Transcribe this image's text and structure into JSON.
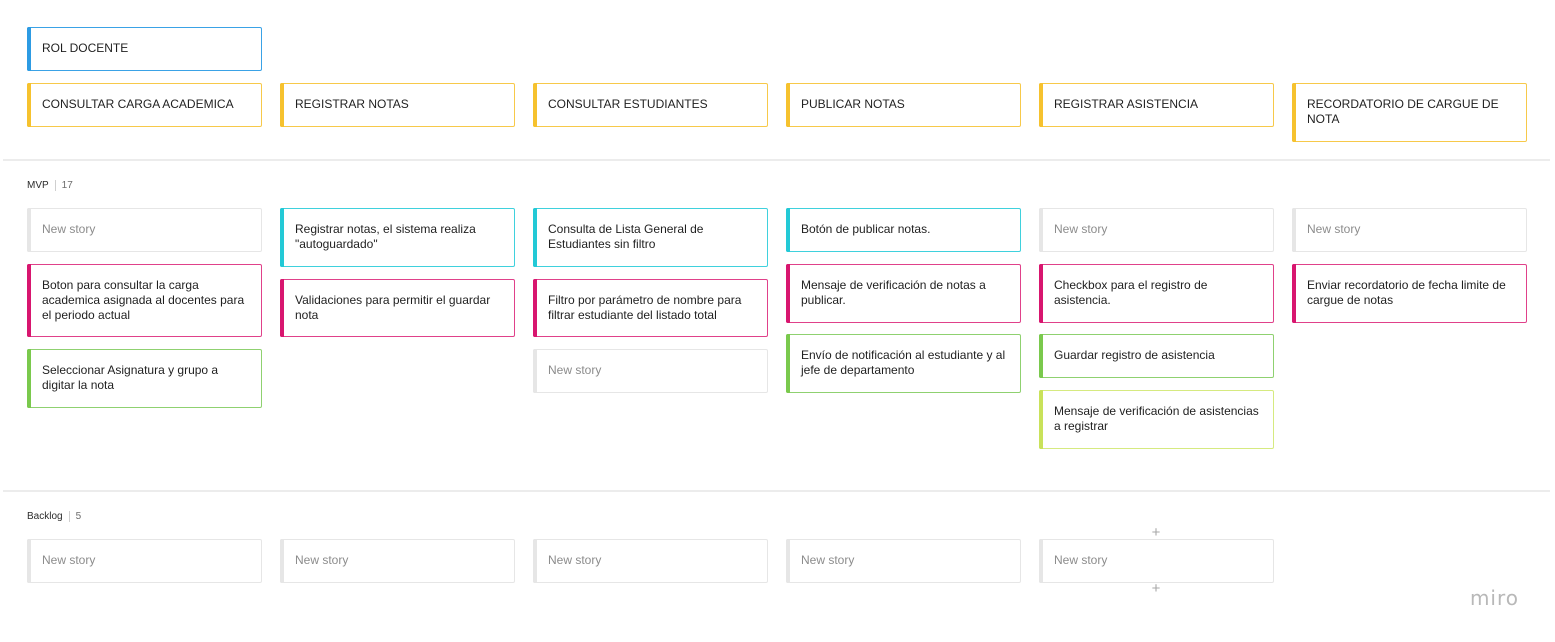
{
  "colors": {
    "blue": "#2d9be3",
    "yellow": "#f6c22e",
    "cyan": "#23c9d6",
    "magenta": "#d8166f",
    "green": "#7ac94d",
    "lime": "#c9e25a",
    "placeholder": "#e6e6e6"
  },
  "role": {
    "label": "ROL DOCENTE"
  },
  "activities": [
    "CONSULTAR CARGA ACADEMICA",
    "REGISTRAR NOTAS",
    "CONSULTAR ESTUDIANTES",
    "PUBLICAR NOTAS",
    "REGISTRAR ASISTENCIA",
    "RECORDATORIO DE CARGUE DE NOTA"
  ],
  "mvp": {
    "name": "MVP",
    "count": "17",
    "cards": {
      "col1": [
        "New story",
        "Boton para consultar la carga academica asignada al docentes para el periodo actual",
        "Seleccionar Asignatura y grupo a digitar la nota"
      ],
      "col2": [
        "Registrar notas, el sistema realiza \"autoguardado\"",
        "Validaciones para permitir el guardar nota"
      ],
      "col3": [
        "Consulta de Lista General de Estudiantes sin filtro",
        "Filtro por parámetro de nombre para filtrar estudiante del listado total",
        "New story"
      ],
      "col4": [
        "Botón de publicar notas.",
        "Mensaje de verificación de notas a publicar.",
        "Envío de notificación al estudiante y al jefe de departamento"
      ],
      "col5": [
        "New story",
        "Checkbox para el registro de asistencia.",
        "Guardar registro de asistencia",
        "Mensaje de verificación de asistencias a registrar"
      ],
      "col6": [
        "New story",
        "Enviar recordatorio de fecha limite de cargue de notas"
      ]
    }
  },
  "backlog": {
    "name": "Backlog",
    "count": "5",
    "cards": [
      "New story",
      "New story",
      "New story",
      "New story",
      "New story"
    ]
  },
  "controls": {
    "add_symbol": "+"
  },
  "brand": {
    "logo_text": "miro"
  }
}
